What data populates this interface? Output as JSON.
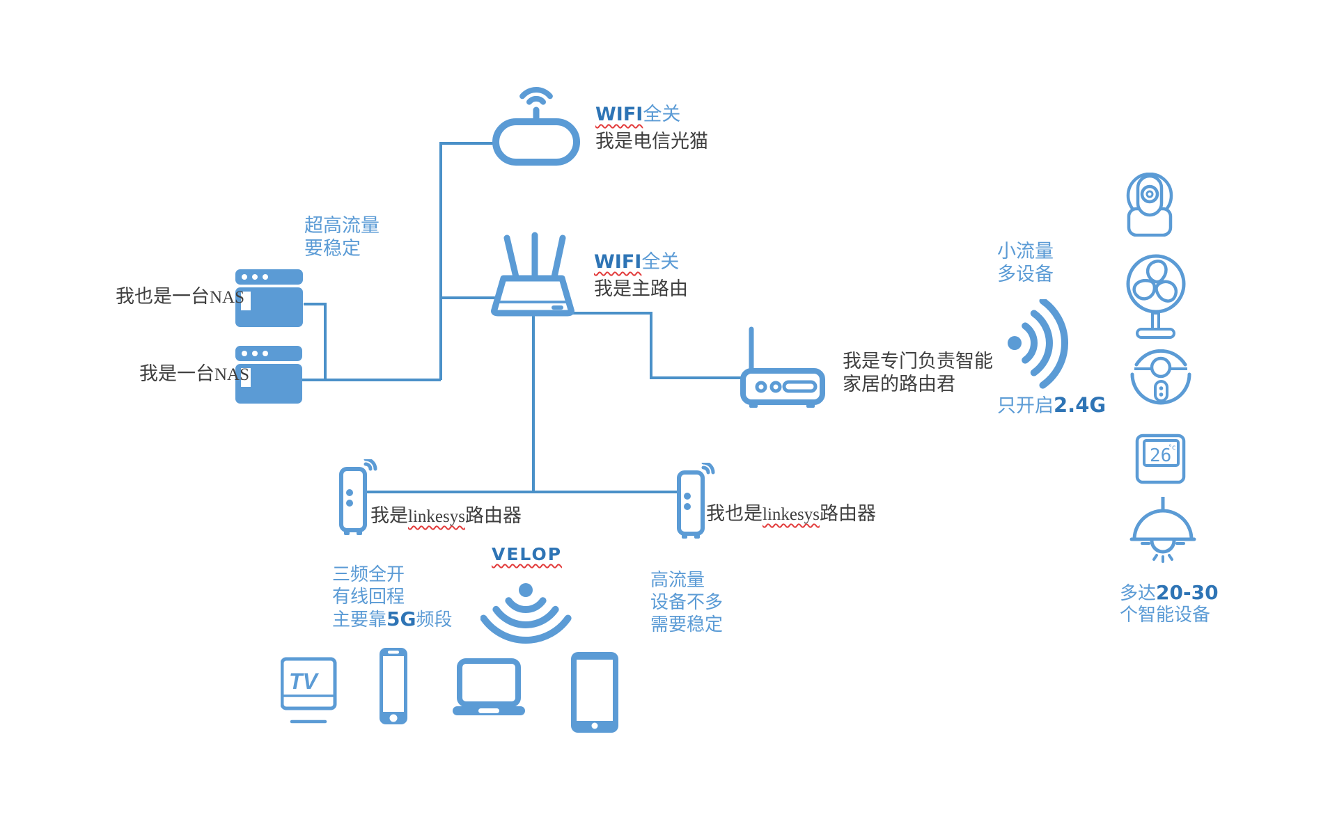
{
  "palette": {
    "icon_blue": "#5b9bd5",
    "line_blue": "#4a90c8",
    "dark_blue": "#2e74b5",
    "text_gray": "#3f3f3f",
    "squiggle_red": "#e23c3c"
  },
  "modem": {
    "wifi_en": "WIFI",
    "wifi_cn": "全关",
    "name": "我是电信光猫"
  },
  "main_router": {
    "wifi_en": "WIFI",
    "wifi_cn": "全关",
    "name": "我是主路由"
  },
  "nas": {
    "note1": "超高流量",
    "note2": "要稳定",
    "nas1_pre": "我也是一台",
    "nas1_en": "NAS",
    "nas2_pre": "我是一台",
    "nas2_en": "NAS"
  },
  "smart_router": {
    "name1": "我是专门负责智能",
    "name2": "家居的路由君",
    "note1": "小流量",
    "note2": "多设备",
    "band_pre": "只开启",
    "band": "2.4G"
  },
  "velop": {
    "brand": "VELOP",
    "left_pre": "我是",
    "left_en": "linkesys",
    "left_post": "路由器",
    "right_pre": "我也是",
    "right_en": "linkesys",
    "right_post": "路由器",
    "note_left1": "三频全开",
    "note_left2": "有线回程",
    "note_left3_pre": "主要靠",
    "note_left3_bold": "5G",
    "note_left3_post": "频段",
    "note_right1": "高流量",
    "note_right2": "设备不多",
    "note_right3": "需要稳定"
  },
  "devices": {
    "tv": "TV"
  },
  "smart_devices": {
    "thermostat_value": "26",
    "thermostat_unit": "°c",
    "count_pre": "多达",
    "count_range": "20-30",
    "count_line2": "个智能设备"
  }
}
